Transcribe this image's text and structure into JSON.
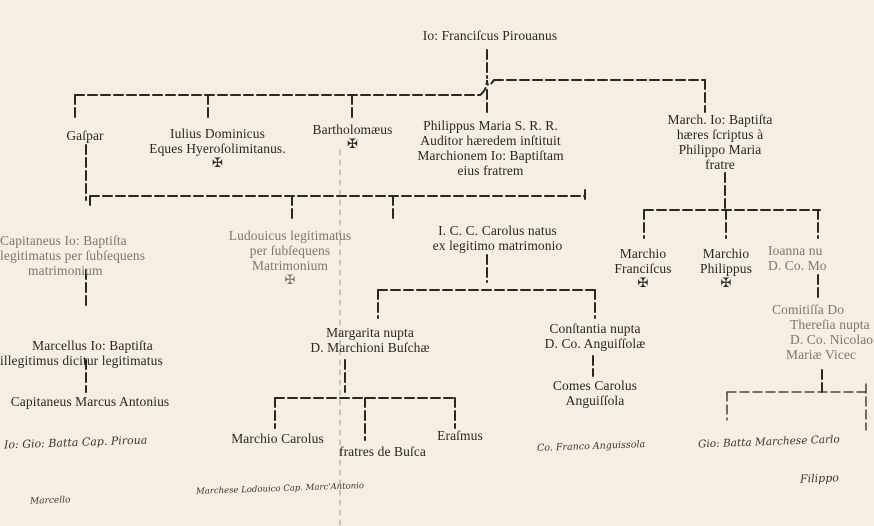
{
  "tree": {
    "root": {
      "line1": "Io: Franciſcus Pirouanus"
    },
    "gaspar": {
      "line1": "Gaſpar"
    },
    "iulius": {
      "line1": "Iulius Dominicus",
      "line2": "Eques Hyeroſolimitanus.",
      "cross": "✠"
    },
    "bartholomaeus": {
      "line1": "Bartholomæus",
      "cross": "✠"
    },
    "philippus": {
      "line1": "Philippus Maria S. R. R.",
      "line2": "Auditor hæredem inſtituit",
      "line3": "Marchionem Io: Baptiſtam",
      "line4": "eius fratrem"
    },
    "march_io": {
      "line1": "March. Io: Baptiſta",
      "line2": "hæres ſcriptus à",
      "line3": "Philippo Maria",
      "line4": "fratre"
    },
    "capitaneus": {
      "line1": "Capitaneus Io: Baptiſta",
      "line2": "legitimatus per ſubſequens",
      "line3": "matrimonium"
    },
    "ludouicus": {
      "line1": "Ludouicus legitimatus",
      "line2": "per ſubſequens",
      "line3": "Matrimonium",
      "cross": "✠"
    },
    "icc_carolus": {
      "line1": "I. C. C. Carolus natus",
      "line2": "ex legitimo matrimonio"
    },
    "marchio_franciscus": {
      "line1": "Marchio",
      "line2": "Franciſcus",
      "cross": "✠"
    },
    "marchio_philippus": {
      "line1": "Marchio",
      "line2": "Philippus",
      "cross": "✠"
    },
    "ioanna": {
      "line1": "Ioanna nu",
      "line2": "D. Co. Mo"
    },
    "comitissa": {
      "line1": "Comitiſſa Do",
      "line2": "Thereſia nupta",
      "line3": "D. Co. Nicolao",
      "line4": "Mariæ Vicec"
    },
    "marcellus": {
      "line1": "Marcellus Io: Baptiſta",
      "line2": "illegitimus dicitur legitimatus"
    },
    "capitaneus_marcus": {
      "line1": "Capitaneus Marcus Antonius"
    },
    "margarita": {
      "line1": "Margarita nupta",
      "line2": "D. Marchioni Buſchæ"
    },
    "constantia": {
      "line1": "Conſtantia nupta",
      "line2": "D. Co. Anguiſſolæ"
    },
    "comes_carolus": {
      "line1": "Comes Carolus",
      "line2": "Anguiſſola"
    },
    "marchio_carolus": {
      "line1": "Marchio Carolus"
    },
    "fratres": {
      "line1": "fratres de Buſca"
    },
    "erasmus": {
      "line1": "Eraſmus"
    }
  },
  "handwriting": {
    "sig_left_1": "Io: Gio: Batta Cap. Piroua",
    "sig_left_2": "Marcello",
    "sig_busca": "Marchese Lodouico Cap. Marc'Antonio",
    "sig_anguissola": "Co. Franco Anguissola",
    "sig_right_1": "Gio: Batta Marchese Carlo",
    "sig_right_2": "Filippo"
  },
  "colors": {
    "paper": "#f5efe3",
    "ink": "#2a2622",
    "faded_ink": "#7b7670"
  }
}
